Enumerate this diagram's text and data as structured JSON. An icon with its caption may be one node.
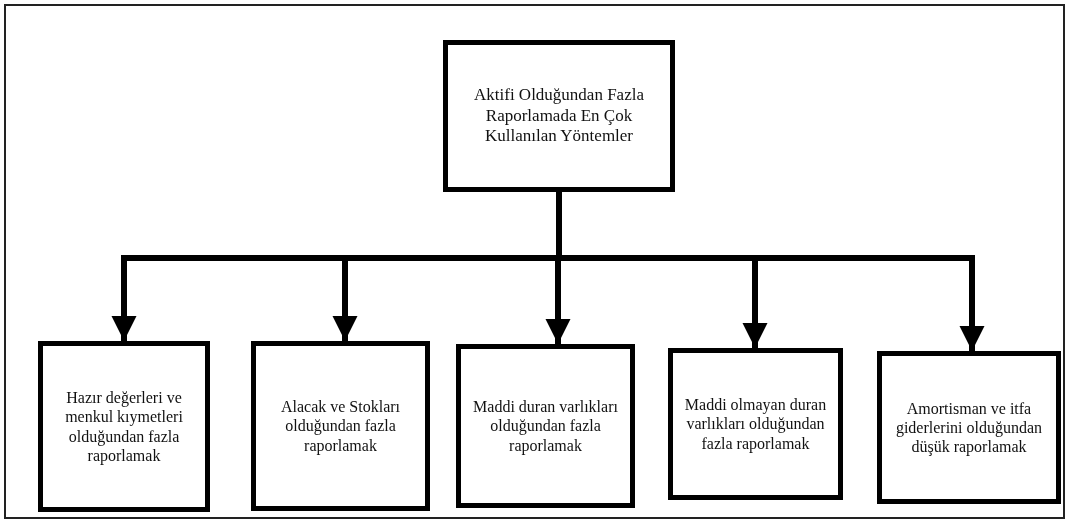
{
  "diagram": {
    "nodes": [
      {
        "text": [
          "Aktifi Olduğundan Fazla Raporlamada En Çok Kullanılan Yöntemler"
        ]
      },
      {
        "text": [
          "Hazır değerleri ve menkul kıymetleri olduğundan fazla raporlamak"
        ]
      },
      {
        "text": [
          "Alacak ve Stokları olduğundan fazla raporlamak"
        ]
      },
      {
        "text": [
          "Maddi duran varlıkları olduğundan fazla raporlamak"
        ]
      },
      {
        "text": [
          "Maddi olmayan duran varlıkları olduğundan fazla raporlamak"
        ]
      },
      {
        "text": [
          "Amortisman ve itfa giderlerini olduğundan düşük raporlamak"
        ]
      }
    ],
    "edges": [
      {
        "from": 0,
        "to": 1,
        "arrow": "to"
      },
      {
        "from": 0,
        "to": 2,
        "arrow": "to"
      },
      {
        "from": 0,
        "to": 3,
        "arrow": "to"
      },
      {
        "from": 0,
        "to": 4,
        "arrow": "to"
      },
      {
        "from": 0,
        "to": 5,
        "arrow": "to"
      }
    ]
  }
}
